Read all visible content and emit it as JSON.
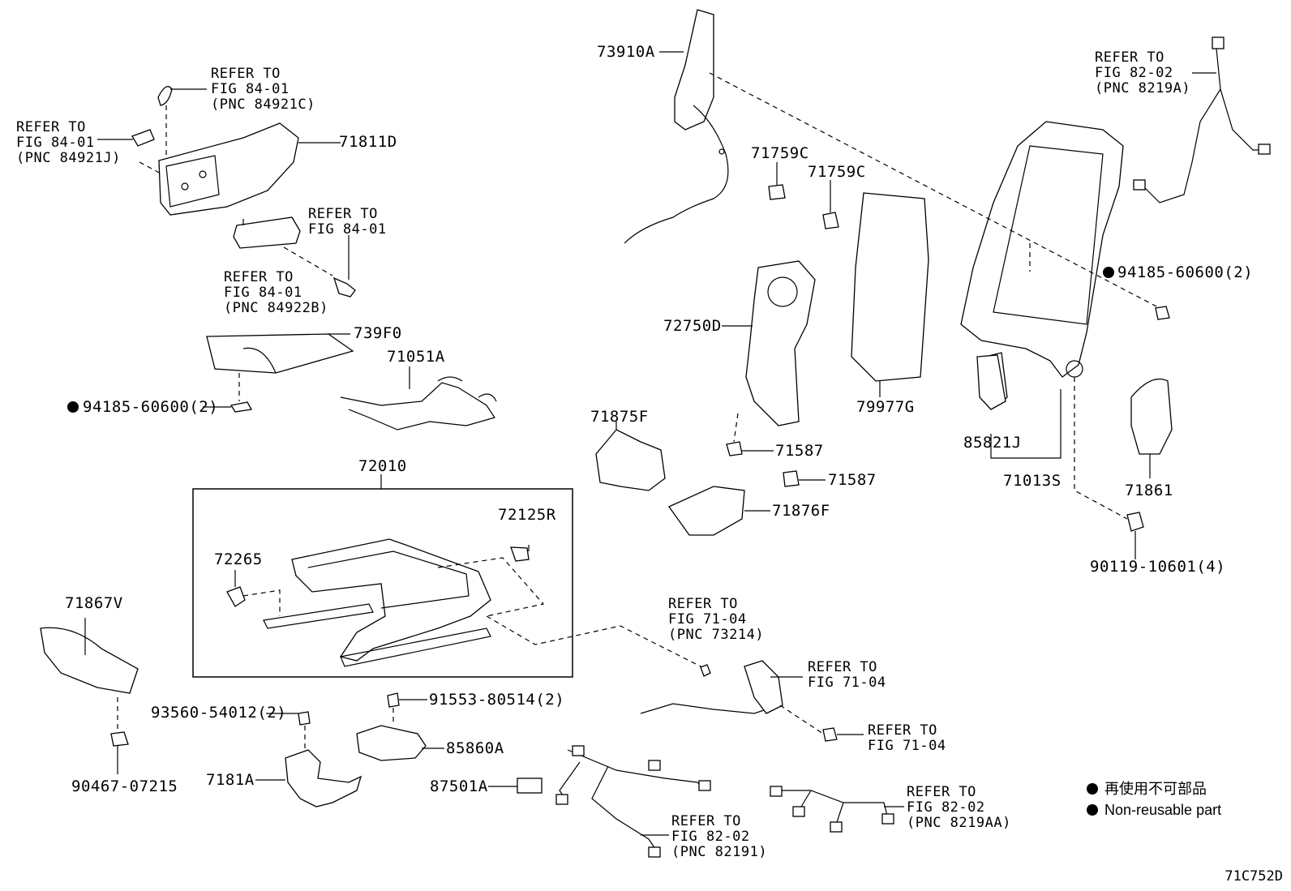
{
  "labels": {
    "p73910A": "73910A",
    "p71811D": "71811D",
    "p71759C_a": "71759C",
    "p71759C_b": "71759C",
    "p739F0": "739F0",
    "p71051A": "71051A",
    "p72750D": "72750D",
    "p79977G": "79977G",
    "p71875F": "71875F",
    "p71587_a": "71587",
    "p71587_b": "71587",
    "p71876F": "71876F",
    "p85821J": "85821J",
    "p71013S": "71013S",
    "p71861": "71861",
    "p72010": "72010",
    "p72125R": "72125R",
    "p72265": "72265",
    "p71867V": "71867V",
    "p85860A": "85860A",
    "p7181A": "7181A",
    "p87501A": "87501A",
    "p90467": "90467-07215",
    "p93560": "93560-54012(2)",
    "p91553": "91553-80514(2)",
    "p94185_left": "94185-60600(2)",
    "p94185_right": "94185-60600(2)",
    "p90119": "90119-10601(4)"
  },
  "refs": {
    "ref_8492C": "REFER TO\nFIG 84-01\n(PNC 84921C)",
    "ref_8492J": "REFER TO\nFIG 84-01\n(PNC 84921J)",
    "ref_84_01": "REFER TO\nFIG 84-01",
    "ref_84922B": "REFER TO\nFIG 84-01\n(PNC 84922B)",
    "ref_8219A": "REFER TO\nFIG 82-02\n(PNC 8219A)",
    "ref_73214": "REFER TO\nFIG 71-04\n(PNC 73214)",
    "ref_71_04_a": "REFER TO\nFIG 71-04",
    "ref_71_04_b": "REFER TO\nFIG 71-04",
    "ref_82191": "REFER TO\nFIG 82-02\n(PNC 82191)",
    "ref_8219AA": "REFER TO\nFIG 82-02\n(PNC 8219AA)"
  },
  "legend": {
    "line1": "再使用不可部品",
    "line2": "Non-reusable part"
  },
  "figure_code": "71C752D"
}
